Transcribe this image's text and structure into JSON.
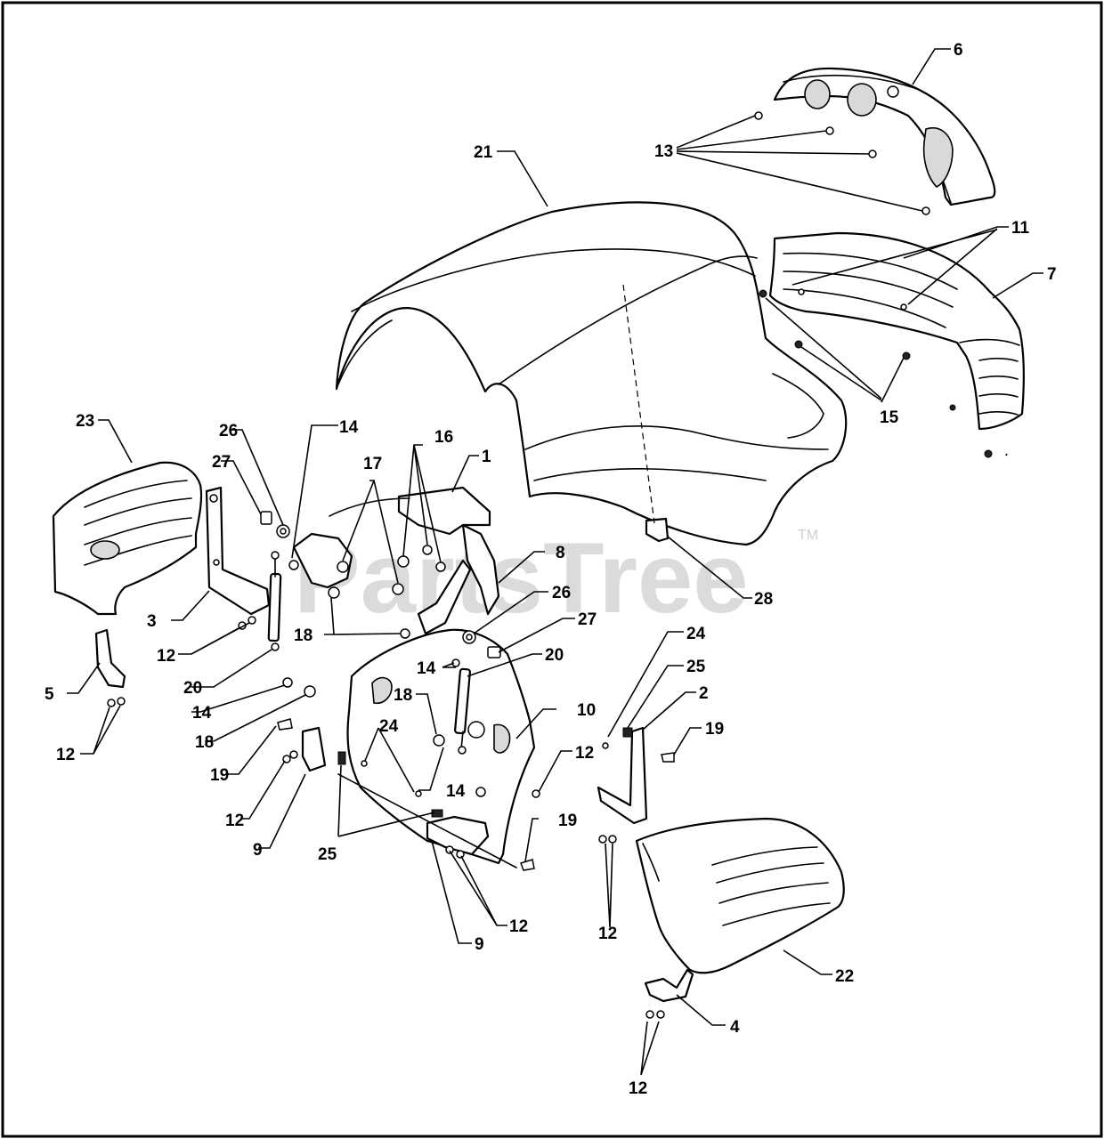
{
  "watermark": {
    "text": "PartsTree",
    "tm": "TM"
  },
  "callouts": [
    {
      "label": "1"
    },
    {
      "label": "2"
    },
    {
      "label": "3"
    },
    {
      "label": "4"
    },
    {
      "label": "5"
    },
    {
      "label": "6"
    },
    {
      "label": "7"
    },
    {
      "label": "8"
    },
    {
      "label": "9"
    },
    {
      "label": "9"
    },
    {
      "label": "10"
    },
    {
      "label": "11"
    },
    {
      "label": "12"
    },
    {
      "label": "12"
    },
    {
      "label": "12"
    },
    {
      "label": "12"
    },
    {
      "label": "12"
    },
    {
      "label": "12"
    },
    {
      "label": "12"
    },
    {
      "label": "13"
    },
    {
      "label": "14"
    },
    {
      "label": "14"
    },
    {
      "label": "14"
    },
    {
      "label": "14"
    },
    {
      "label": "15"
    },
    {
      "label": "16"
    },
    {
      "label": "17"
    },
    {
      "label": "18"
    },
    {
      "label": "18"
    },
    {
      "label": "18"
    },
    {
      "label": "19"
    },
    {
      "label": "19"
    },
    {
      "label": "19"
    },
    {
      "label": "20"
    },
    {
      "label": "20"
    },
    {
      "label": "21"
    },
    {
      "label": "22"
    },
    {
      "label": "23"
    },
    {
      "label": "24"
    },
    {
      "label": "24"
    },
    {
      "label": "25"
    },
    {
      "label": "25"
    },
    {
      "label": "26"
    },
    {
      "label": "26"
    },
    {
      "label": "27"
    },
    {
      "label": "27"
    },
    {
      "label": "28"
    }
  ]
}
